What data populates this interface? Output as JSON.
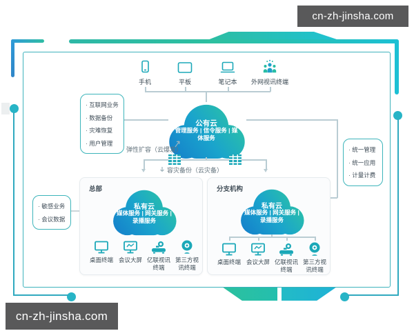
{
  "watermark_top": {
    "text": "cn-zh-jinsha.com"
  },
  "watermark_bottom": {
    "text": "cn-zh-jinsha.com"
  },
  "colors": {
    "accent_teal": "#1ba8b8",
    "accent_green": "#2dc3a0",
    "accent_blue": "#1583cb",
    "frame_gradient_left": "#2e93d8",
    "frame_gradient_right": "#1cc0d4",
    "connector": "#b9ccd3",
    "watermark_bg": "#59595a"
  },
  "devices": {
    "items": [
      {
        "label": "手机",
        "icon": "phone-icon"
      },
      {
        "label": "平板",
        "icon": "tablet-icon"
      },
      {
        "label": "笔记本",
        "icon": "laptop-icon"
      },
      {
        "label": "外网视讯终端",
        "icon": "people-group-icon"
      }
    ]
  },
  "boxes": {
    "cloud_features": {
      "items": [
        "互联网业务",
        "数据备份",
        "灾难恢复",
        "用户管理"
      ]
    },
    "local_features": {
      "items": [
        "敏感业务",
        "会议数据"
      ]
    },
    "unified": {
      "items": [
        "统一管理",
        "统一应用",
        "计量计费"
      ]
    }
  },
  "labels": {
    "elastic": "弹性扩容（云爆发）",
    "disaster": "容灾备份（云灾备）"
  },
  "public_cloud": {
    "title": "公有云",
    "services": "管理服务 | 信令服务 | 媒体服务"
  },
  "sites": [
    {
      "name": "总部",
      "cloud": {
        "title": "私有云",
        "services": "媒体服务 | 网关服务 | 录播服务"
      },
      "devices": [
        {
          "label": "桌面终端",
          "icon": "desktop-monitor-icon"
        },
        {
          "label": "会议大屏",
          "icon": "meeting-screen-icon"
        },
        {
          "label": "亿联视讯终端",
          "icon": "video-endpoint-icon"
        },
        {
          "label": "第三方视讯终端",
          "icon": "webcam-icon"
        }
      ]
    },
    {
      "name": "分支机构",
      "cloud": {
        "title": "私有云",
        "services": "媒体服务 | 网关服务 | 录播服务"
      },
      "devices": [
        {
          "label": "桌面终端",
          "icon": "desktop-monitor-icon"
        },
        {
          "label": "会议大屏",
          "icon": "meeting-screen-icon"
        },
        {
          "label": "亿联视讯终端",
          "icon": "video-endpoint-icon"
        },
        {
          "label": "第三方视讯终端",
          "icon": "webcam-icon"
        }
      ]
    }
  ]
}
